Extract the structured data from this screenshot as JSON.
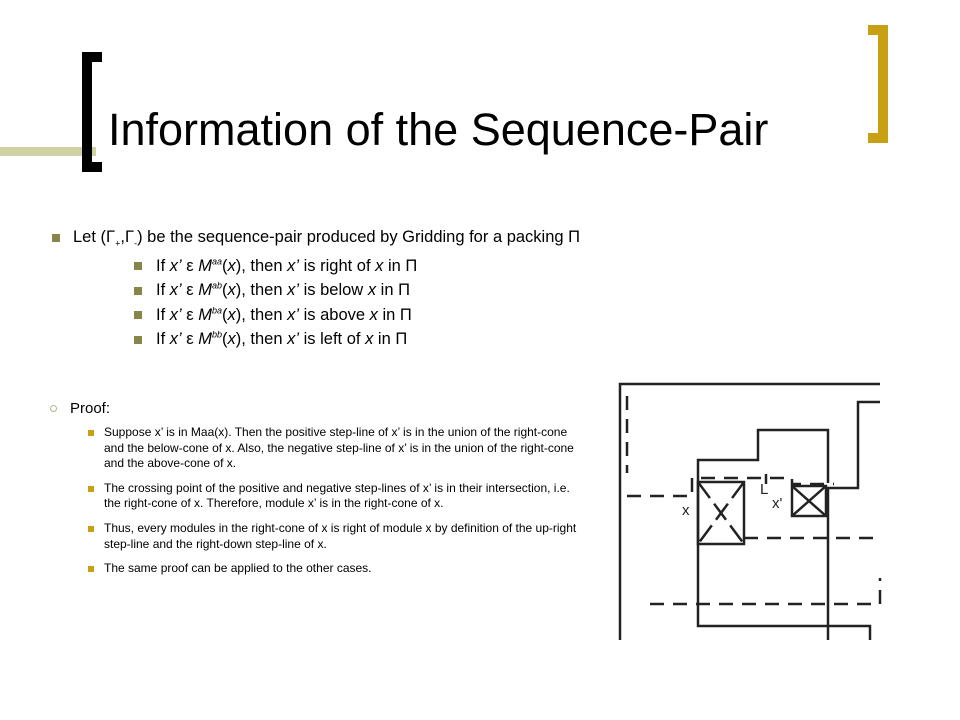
{
  "slide": {
    "title": "Information of the Sequence-Pair"
  },
  "main_bullet": {
    "pre": "Let (Γ",
    "sub_plus": "+",
    "comma": ",Γ",
    "sub_minus": "-",
    "post": ") be the sequence-pair produced by Gridding for a packing Π"
  },
  "sub_bullets": [
    {
      "a": "If ",
      "b": "x’",
      "c": " ε ",
      "d": "M",
      "e": "aa",
      "f": "(",
      "g": "x",
      "h": "), then ",
      "i": "x’",
      "j": " is right of ",
      "k": "x",
      "l": " in Π"
    },
    {
      "a": "If ",
      "b": "x’",
      "c": " ε ",
      "d": "M",
      "e": "ab",
      "f": "(",
      "g": "x",
      "h": "), then ",
      "i": "x’",
      "j": " is below ",
      "k": "x",
      "l": " in Π"
    },
    {
      "a": "If ",
      "b": "x’",
      "c": " ε ",
      "d": "M",
      "e": "ba",
      "f": "(",
      "g": "x",
      "h": "), then ",
      "i": "x’",
      "j": " is above ",
      "k": "x",
      "l": " in Π"
    },
    {
      "a": "If ",
      "b": "x’",
      "c": " ε ",
      "d": "M",
      "e": "bb",
      "f": "(",
      "g": "x",
      "h": "), then ",
      "i": "x’",
      "j": " is left of ",
      "k": "x",
      "l": " in Π"
    }
  ],
  "proof": {
    "heading": "Proof:",
    "items": [
      "Suppose x’ is in Maa(x).  Then the positive step-line of x’ is in the union of the right-cone and the below-cone of x.  Also, the negative step-line of x’ is in the union of the right-cone and the above-cone of x.",
      "The crossing point of the positive and negative step-lines of x’ is in their intersection, i.e. the right-cone of x.  Therefore, module x’ is in the right-cone of x.",
      "Thus, every modules in the right-cone of x is right of module x by definition of the up-right step-line and the right-down step-line of x.",
      "The same proof can be applied to the other cases."
    ]
  },
  "diagram": {
    "label_x": "x",
    "label_xp": "x'"
  }
}
